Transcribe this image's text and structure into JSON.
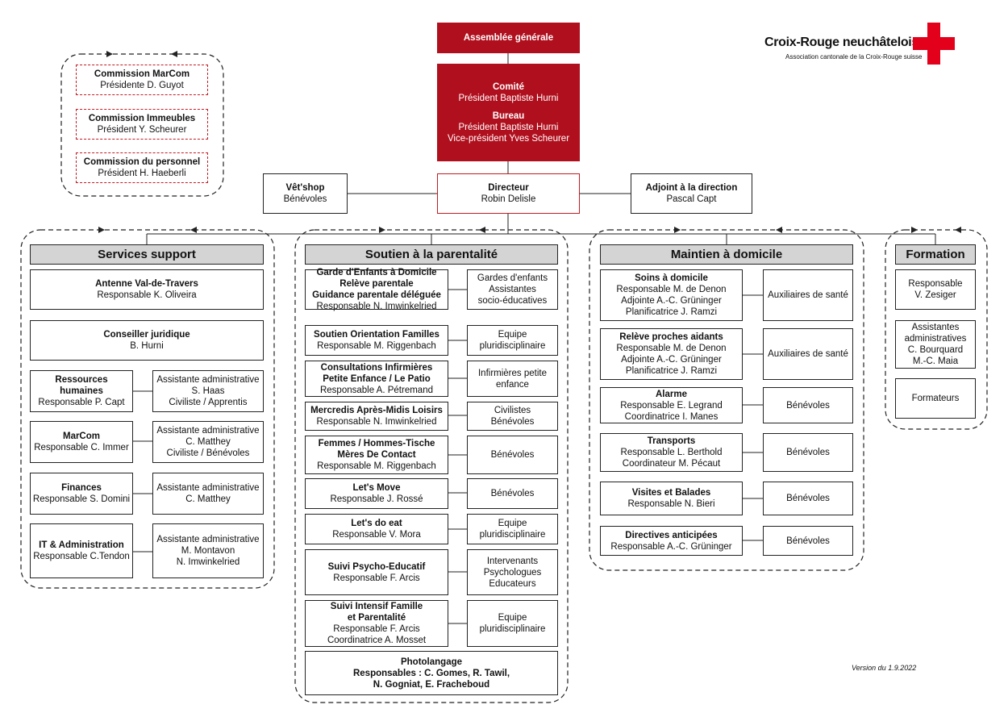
{
  "logo": {
    "name": "Croix-Rouge neuchâteloise",
    "subtitle": "Association cantonale de la Croix-Rouge suisse",
    "cross_color": "#e3001b"
  },
  "version": "Version du 1.9.2022",
  "colors": {
    "brand_red": "#b0101e",
    "header_grey": "#d4d4d4"
  },
  "top": {
    "assemblee": "Assemblée générale",
    "comite_title": "Comité",
    "comite_line": "Président Baptiste Hurni",
    "bureau_title": "Bureau",
    "bureau_lines": "Président Baptiste Hurni\nVice-président Yves Scheurer",
    "directeur_title": "Directeur",
    "directeur_line": "Robin Delisle",
    "vetshop_title": "Vêt'shop",
    "vetshop_line": "Bénévoles",
    "adjoint_title": "Adjoint à la direction",
    "adjoint_line": "Pascal Capt"
  },
  "commissions": [
    {
      "title": "Commission MarCom",
      "line": "Présidente D. Guyot"
    },
    {
      "title": "Commission Immeubles",
      "line": "Président Y. Scheurer"
    },
    {
      "title": "Commission du personnel",
      "line": "Président H. Haeberli"
    }
  ],
  "services": {
    "header": "Services support",
    "antenne_title": "Antenne Val-de-Travers",
    "antenne_line": "Responsable K. Oliveira",
    "juridique_title": "Conseiller juridique",
    "juridique_line": "B. Hurni",
    "rh_title": "Ressources\nhumaines",
    "rh_line": "Responsable P. Capt",
    "rh_side": "Assistante administrative\nS. Haas\nCiviliste / Apprentis",
    "marcom_title": "MarCom",
    "marcom_line": "Responsable C. Immer",
    "marcom_side": "Assistante administrative\nC. Matthey\nCiviliste / Bénévoles",
    "fin_title": "Finances",
    "fin_line": "Responsable S. Domini",
    "fin_side": "Assistante administrative\nC. Matthey",
    "it_title": "IT & Administration",
    "it_line": "Responsable C.Tendon",
    "it_side": "Assistante administrative\nM. Montavon\nN. Imwinkelried"
  },
  "soutien": {
    "header": "Soutien à la parentalité",
    "b1_title": "Garde d'Enfants à Domicile\nRelève parentale\nGuidance parentale déléguée",
    "b1_line": "Responsable  N. Imwinkelried",
    "b1_side": "Gardes d'enfants\nAssistantes\nsocio-éducatives",
    "b2_title": "Soutien Orientation Familles",
    "b2_line": "Responsable  M. Riggenbach",
    "b2_side": "Equipe\npluridisciplinaire",
    "b3_title": "Consultations Infirmières\nPetite Enfance / Le Patio",
    "b3_line": "Responsable A. Pétremand",
    "b3_side": "Infirmières petite\nenfance",
    "b4_title": "Mercredis Après-Midis Loisirs",
    "b4_line": "Responsable N. Imwinkelried",
    "b4_side": "Civilistes\nBénévoles",
    "b5_title": "Femmes / Hommes-Tische\nMères De Contact",
    "b5_line": "Responsable M. Riggenbach",
    "b5_side": "Bénévoles",
    "b6_title": "Let's Move",
    "b6_line": "Responsable J. Rossé",
    "b6_side": "Bénévoles",
    "b7_title": "Let's do eat",
    "b7_line": "Responsable V. Mora",
    "b7_side": "Equipe\npluridisciplinaire",
    "b8_title": "Suivi Psycho-Educatif",
    "b8_line": "Responsable F. Arcis",
    "b8_side": "Intervenants\nPsychologues\nEducateurs",
    "b9_title": "Suivi Intensif Famille\net Parentalité",
    "b9_line": "Responsable F. Arcis\nCoordinatrice A. Mosset",
    "b9_side": "Equipe\npluridisciplinaire",
    "b10_title": "Photolangage",
    "b10_bold": "Responsables : C. Gomes, R. Tawil,\nN. Gogniat, E. Fracheboud"
  },
  "maintien": {
    "header": "Maintien à domicile",
    "m1_title": "Soins à domicile",
    "m1_line": "Responsable M. de Denon\nAdjointe A.-C. Grüninger\nPlanificatrice J. Ramzi",
    "m1_side": "Auxiliaires de santé",
    "m2_title": "Relève proches aidants",
    "m2_line": "Responsable M. de Denon\nAdjointe A.-C. Grüninger\nPlanificatrice J. Ramzi",
    "m2_side": "Auxiliaires de santé",
    "m3_title": "Alarme",
    "m3_line": "Responsable E. Legrand\nCoordinatrice I. Manes",
    "m3_side": "Bénévoles",
    "m4_title": "Transports",
    "m4_line": "Responsable L. Berthold\nCoordinateur M. Pécaut",
    "m4_side": "Bénévoles",
    "m5_title": "Visites et Balades",
    "m5_line": "Responsable N. Bieri",
    "m5_side": "Bénévoles",
    "m6_title": "Directives anticipées",
    "m6_line": "Responsable A.-C. Grüninger",
    "m6_side": "Bénévoles"
  },
  "formation": {
    "header": "Formation",
    "f1": "Responsable\nV. Zesiger",
    "f2": "Assistantes\nadministratives\nC. Bourquard\nM.-C. Maia",
    "f3": "Formateurs"
  }
}
